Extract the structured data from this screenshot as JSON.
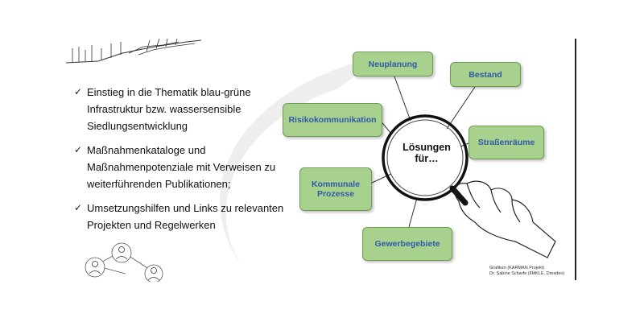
{
  "bullets": [
    "Einstieg in die Thematik blau-grüne Infrastruktur bzw. wassersensible Siedlungsentwicklung",
    "Maßnahmenkataloge und Maßnahmenpotenziale mit Verweisen zu weiterführenden Publikationen;",
    "Umsetzungshilfen und Links zu relevanten Projekten und Regelwerken"
  ],
  "bullet_icon": "checkmark-icon",
  "center_label": "Lösungen\nfür…",
  "boxes": {
    "neuplanung": "Neuplanung",
    "bestand": "Bestand",
    "risikokommunikation": "Risikokommunikation",
    "strassenraeume": "Straßenräume",
    "kommunale_prozesse": "Kommunale\nProzesse",
    "gewerbegebiete": "Gewerbegebiete"
  },
  "credit": {
    "line1": "Grafiken (KARMAN Projekt)",
    "line2": "Dr. Sabine Scharfe (IIMKLE, Dresden)"
  },
  "colors": {
    "box_fill": "#a9d18e",
    "box_text": "#2e5aa8",
    "swoosh": "#eeeeee"
  }
}
